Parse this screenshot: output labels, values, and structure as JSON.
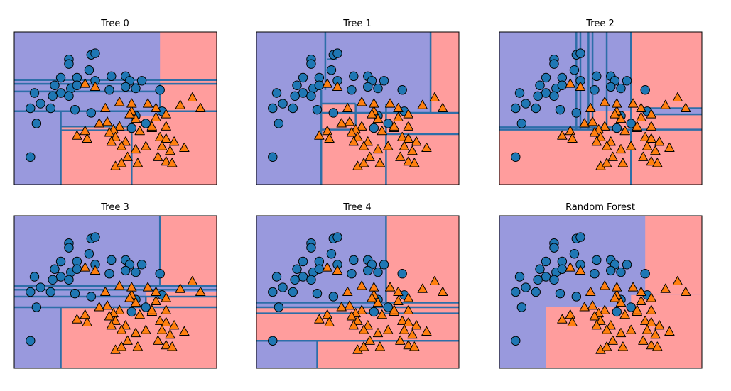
{
  "colors": {
    "class0_region": "#9999dd",
    "class1_region": "#ff9d9d",
    "boundary": "#2d6ea8",
    "class0_marker": "#1f77b4",
    "class1_marker": "#ff7f0e",
    "frame": "#000000"
  },
  "chart_data": [
    {
      "type": "decision-boundary",
      "title": "Tree 0",
      "xlim": [
        0,
        100
      ],
      "ylim": [
        0,
        100
      ],
      "regions": [
        {
          "class": 1,
          "x": [
            0,
            100
          ],
          "y": [
            0,
            100
          ]
        },
        {
          "class": 0,
          "x": [
            0,
            72
          ],
          "y": [
            45,
            100
          ]
        },
        {
          "class": 0,
          "x": [
            0,
            23
          ],
          "y": [
            0,
            100
          ]
        },
        {
          "class": 0,
          "x": [
            23,
            58
          ],
          "y": [
            38,
            46
          ]
        }
      ],
      "splits": [
        {
          "x1": 0,
          "y1": 68.5,
          "x2": 100,
          "y2": 68.5
        },
        {
          "x1": 0,
          "y1": 66,
          "x2": 100,
          "y2": 66
        },
        {
          "x1": 0,
          "y1": 61,
          "x2": 72,
          "y2": 61
        },
        {
          "x1": 72,
          "y1": 66,
          "x2": 72,
          "y2": 48
        },
        {
          "x1": 0,
          "y1": 48,
          "x2": 100,
          "y2": 48
        },
        {
          "x1": 23,
          "y1": 48,
          "x2": 23,
          "y2": 0
        },
        {
          "x1": 23,
          "y1": 38,
          "x2": 58,
          "y2": 38
        },
        {
          "x1": 23,
          "y1": 35.5,
          "x2": 58,
          "y2": 35.5
        },
        {
          "x1": 58,
          "y1": 48,
          "x2": 58,
          "y2": 0
        }
      ]
    },
    {
      "type": "decision-boundary",
      "title": "Tree 1",
      "xlim": [
        0,
        100
      ],
      "ylim": [
        0,
        100
      ],
      "regions": [
        {
          "class": 0,
          "x": [
            0,
            100
          ],
          "y": [
            0,
            100
          ]
        },
        {
          "class": 1,
          "x": [
            86,
            100
          ],
          "y": [
            47,
            100
          ]
        },
        {
          "class": 1,
          "x": [
            32,
            100
          ],
          "y": [
            0,
            47
          ]
        },
        {
          "class": 1,
          "x": [
            32,
            49
          ],
          "y": [
            47,
            53
          ]
        }
      ],
      "splits": [
        {
          "x1": 34,
          "y1": 100,
          "x2": 34,
          "y2": 62
        },
        {
          "x1": 35,
          "y1": 82,
          "x2": 40,
          "y2": 82
        },
        {
          "x1": 32,
          "y1": 62,
          "x2": 32,
          "y2": 0
        },
        {
          "x1": 86,
          "y1": 100,
          "x2": 86,
          "y2": 47
        },
        {
          "x1": 32,
          "y1": 53,
          "x2": 49,
          "y2": 53
        },
        {
          "x1": 32,
          "y1": 47,
          "x2": 100,
          "y2": 47
        },
        {
          "x1": 32,
          "y1": 36,
          "x2": 49,
          "y2": 36
        },
        {
          "x1": 49,
          "y1": 53,
          "x2": 49,
          "y2": 36
        },
        {
          "x1": 64,
          "y1": 53,
          "x2": 64,
          "y2": 0
        },
        {
          "x1": 64,
          "y1": 33,
          "x2": 100,
          "y2": 33
        }
      ]
    },
    {
      "type": "decision-boundary",
      "title": "Tree 2",
      "xlim": [
        0,
        100
      ],
      "ylim": [
        0,
        100
      ],
      "regions": [
        {
          "class": 1,
          "x": [
            0,
            100
          ],
          "y": [
            0,
            100
          ]
        },
        {
          "class": 0,
          "x": [
            0,
            65
          ],
          "y": [
            36,
            100
          ]
        },
        {
          "class": 1,
          "x": [
            43,
            65
          ],
          "y": [
            36,
            48
          ]
        },
        {
          "class": 0,
          "x": [
            73,
            100
          ],
          "y": [
            46,
            50
          ]
        }
      ],
      "splits": [
        {
          "x1": 0,
          "y1": 36,
          "x2": 100,
          "y2": 36
        },
        {
          "x1": 0,
          "y1": 37.5,
          "x2": 57,
          "y2": 37.5
        },
        {
          "x1": 38,
          "y1": 100,
          "x2": 38,
          "y2": 36
        },
        {
          "x1": 40,
          "y1": 100,
          "x2": 40,
          "y2": 36
        },
        {
          "x1": 44,
          "y1": 100,
          "x2": 44,
          "y2": 36
        },
        {
          "x1": 46,
          "y1": 100,
          "x2": 46,
          "y2": 36
        },
        {
          "x1": 53,
          "y1": 100,
          "x2": 53,
          "y2": 36
        },
        {
          "x1": 65,
          "y1": 100,
          "x2": 65,
          "y2": 0
        },
        {
          "x1": 73,
          "y1": 50,
          "x2": 100,
          "y2": 50
        },
        {
          "x1": 73,
          "y1": 46,
          "x2": 100,
          "y2": 46
        }
      ]
    },
    {
      "type": "decision-boundary",
      "title": "Tree 3",
      "xlim": [
        0,
        100
      ],
      "ylim": [
        0,
        100
      ],
      "regions": [
        {
          "class": 0,
          "x": [
            0,
            100
          ],
          "y": [
            0,
            100
          ]
        },
        {
          "class": 1,
          "x": [
            72,
            100
          ],
          "y": [
            54,
            100
          ]
        },
        {
          "class": 1,
          "x": [
            23,
            100
          ],
          "y": [
            0,
            40
          ]
        },
        {
          "class": 1,
          "x": [
            65,
            100
          ],
          "y": [
            40,
            50
          ]
        }
      ],
      "splits": [
        {
          "x1": 0,
          "y1": 54,
          "x2": 100,
          "y2": 54
        },
        {
          "x1": 0,
          "y1": 51.5,
          "x2": 100,
          "y2": 51.5
        },
        {
          "x1": 0,
          "y1": 47,
          "x2": 100,
          "y2": 47
        },
        {
          "x1": 0,
          "y1": 40,
          "x2": 100,
          "y2": 40
        },
        {
          "x1": 72,
          "y1": 100,
          "x2": 72,
          "y2": 54
        },
        {
          "x1": 23,
          "y1": 40,
          "x2": 23,
          "y2": 0
        },
        {
          "x1": 65,
          "y1": 47,
          "x2": 65,
          "y2": 40
        }
      ]
    },
    {
      "type": "decision-boundary",
      "title": "Tree 4",
      "xlim": [
        0,
        100
      ],
      "ylim": [
        0,
        100
      ],
      "regions": [
        {
          "class": 0,
          "x": [
            0,
            100
          ],
          "y": [
            0,
            100
          ]
        },
        {
          "class": 1,
          "x": [
            64,
            100
          ],
          "y": [
            40,
            100
          ]
        },
        {
          "class": 1,
          "x": [
            0,
            100
          ],
          "y": [
            0,
            40
          ]
        },
        {
          "class": 0,
          "x": [
            0,
            30
          ],
          "y": [
            0,
            18
          ]
        }
      ],
      "splits": [
        {
          "x1": 64,
          "y1": 100,
          "x2": 64,
          "y2": 40
        },
        {
          "x1": 0,
          "y1": 43,
          "x2": 100,
          "y2": 43
        },
        {
          "x1": 0,
          "y1": 40,
          "x2": 100,
          "y2": 40
        },
        {
          "x1": 0,
          "y1": 36,
          "x2": 100,
          "y2": 36
        },
        {
          "x1": 0,
          "y1": 18,
          "x2": 100,
          "y2": 18
        },
        {
          "x1": 30,
          "y1": 18,
          "x2": 30,
          "y2": 0
        }
      ]
    },
    {
      "type": "decision-boundary",
      "title": "Random Forest",
      "xlim": [
        0,
        100
      ],
      "ylim": [
        0,
        100
      ],
      "regions": [
        {
          "class": 0,
          "x": [
            0,
            100
          ],
          "y": [
            0,
            100
          ]
        },
        {
          "class": 1,
          "x": [
            72,
            100
          ],
          "y": [
            48,
            100
          ]
        },
        {
          "class": 1,
          "x": [
            23,
            100
          ],
          "y": [
            0,
            40
          ]
        },
        {
          "class": 1,
          "x": [
            65,
            100
          ],
          "y": [
            40,
            48
          ]
        }
      ],
      "splits": []
    }
  ],
  "points": {
    "class0": [
      [
        27,
        82
      ],
      [
        38,
        85
      ],
      [
        40,
        86
      ],
      [
        27,
        79
      ],
      [
        37,
        75
      ],
      [
        23,
        70
      ],
      [
        31,
        70
      ],
      [
        40,
        68
      ],
      [
        48,
        71
      ],
      [
        55,
        71
      ],
      [
        57,
        68
      ],
      [
        63,
        68
      ],
      [
        20,
        65
      ],
      [
        28,
        63
      ],
      [
        31,
        65
      ],
      [
        23,
        60
      ],
      [
        19,
        58
      ],
      [
        27,
        58
      ],
      [
        47,
        62
      ],
      [
        60,
        63
      ],
      [
        72,
        62
      ],
      [
        55,
        64
      ],
      [
        10,
        60
      ],
      [
        8,
        50
      ],
      [
        13,
        53
      ],
      [
        18,
        50
      ],
      [
        30,
        49
      ],
      [
        38,
        47
      ],
      [
        60,
        45
      ],
      [
        73,
        48
      ],
      [
        65,
        40
      ],
      [
        58,
        37
      ],
      [
        11,
        40
      ],
      [
        8,
        18
      ]
    ],
    "class1": [
      [
        35,
        66
      ],
      [
        40,
        64
      ],
      [
        52,
        54
      ],
      [
        45,
        50
      ],
      [
        58,
        48
      ],
      [
        66,
        53
      ],
      [
        70,
        50
      ],
      [
        88,
        57
      ],
      [
        82,
        52
      ],
      [
        92,
        50
      ],
      [
        58,
        53
      ],
      [
        75,
        46
      ],
      [
        70,
        44
      ],
      [
        60,
        43
      ],
      [
        57,
        46
      ],
      [
        46,
        41
      ],
      [
        52,
        38
      ],
      [
        49,
        36
      ],
      [
        35,
        35
      ],
      [
        36,
        30
      ],
      [
        31,
        32
      ],
      [
        47,
        34
      ],
      [
        50,
        31
      ],
      [
        55,
        28
      ],
      [
        62,
        35
      ],
      [
        68,
        37
      ],
      [
        75,
        38
      ],
      [
        48,
        28
      ],
      [
        53,
        25
      ],
      [
        60,
        23
      ],
      [
        65,
        25
      ],
      [
        72,
        31
      ],
      [
        75,
        30
      ],
      [
        79,
        28
      ],
      [
        84,
        24
      ],
      [
        73,
        25
      ],
      [
        77,
        22
      ],
      [
        56,
        18
      ],
      [
        50,
        12
      ],
      [
        53,
        14
      ],
      [
        61,
        14
      ],
      [
        71,
        18
      ],
      [
        75,
        15
      ],
      [
        78,
        14
      ],
      [
        68,
        38
      ],
      [
        42,
        40
      ]
    ]
  }
}
